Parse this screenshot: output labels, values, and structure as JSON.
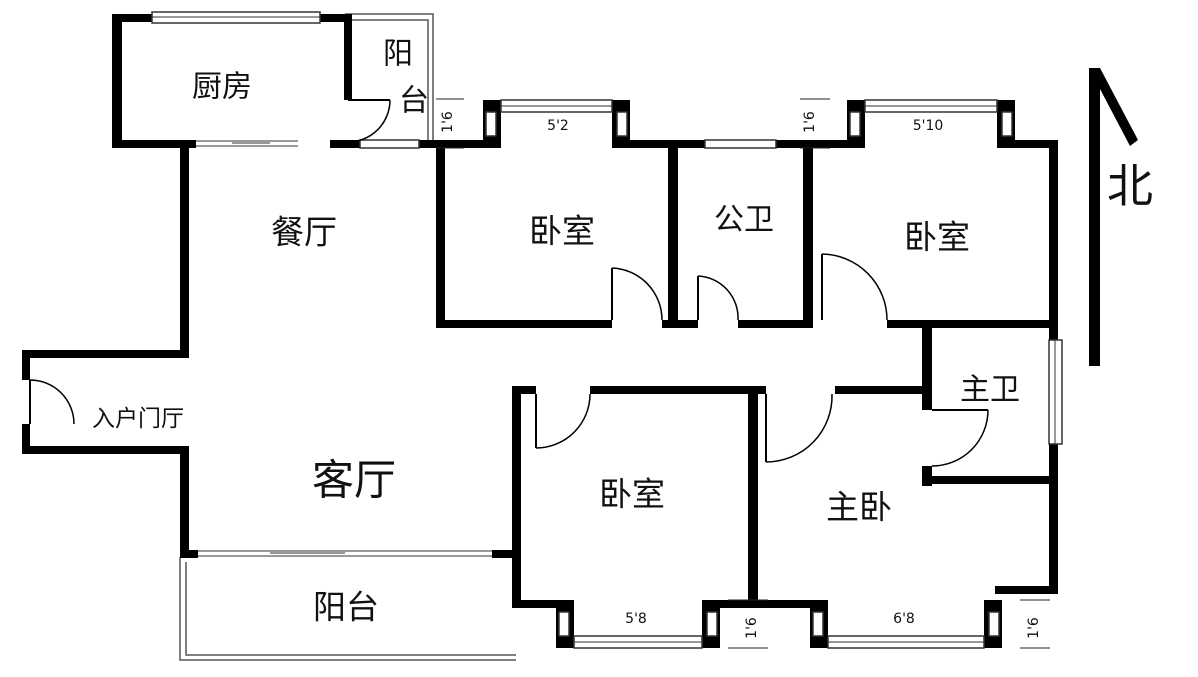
{
  "rooms": {
    "kitchen": "厨房",
    "balcony_top": "阳台",
    "dining": "餐厅",
    "bedroom_1": "卧室",
    "public_bath": "公卫",
    "bedroom_2": "卧室",
    "master_bath": "主卫",
    "entrance": "入户门厅",
    "living": "客厅",
    "bedroom_3": "卧室",
    "master_bedroom": "主卧",
    "balcony_bottom": "阳台"
  },
  "dimensions": {
    "bedroom_1_window": "5'2",
    "bedroom_1_bay": "1'6",
    "bedroom_2_window": "5'10",
    "bedroom_2_bay": "1'6",
    "bedroom_3_window": "5'8",
    "bedroom_3_bay": "1'6",
    "master_window": "6'8",
    "master_bay": "1'6"
  },
  "compass": {
    "label": "北"
  }
}
